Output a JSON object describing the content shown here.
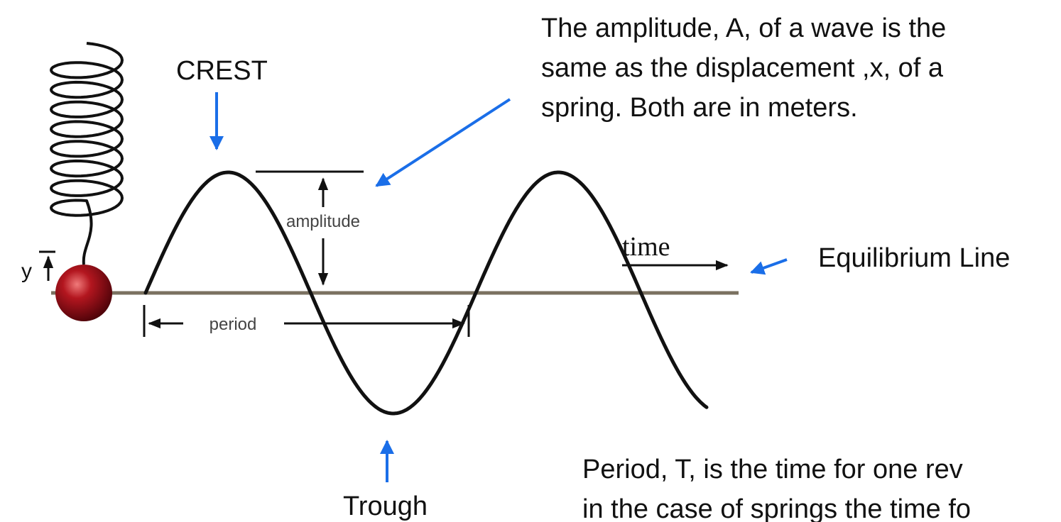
{
  "labels": {
    "crest": "CREST",
    "trough": "Trough",
    "amplitude": "amplitude",
    "period": "period",
    "time": "time",
    "y": "y",
    "equilibrium": "Equilibrium Line"
  },
  "notes": {
    "amplitude_lines": [
      "The amplitude, A, of a wave is the",
      "same as the displacement ,x, of a",
      "spring. Both are in meters."
    ],
    "period_lines": [
      "Period, T, is the time for one rev",
      "in the case of springs the time fo"
    ]
  },
  "colors": {
    "pointer_arrow": "#1a6ee8",
    "wave": "#111111",
    "equilibrium_line": "#7a7160",
    "mass_ball": "#9c0f1c",
    "text": "#111111"
  },
  "icons": {
    "spring": "coil-spring-icon",
    "mass": "mass-ball-icon"
  }
}
